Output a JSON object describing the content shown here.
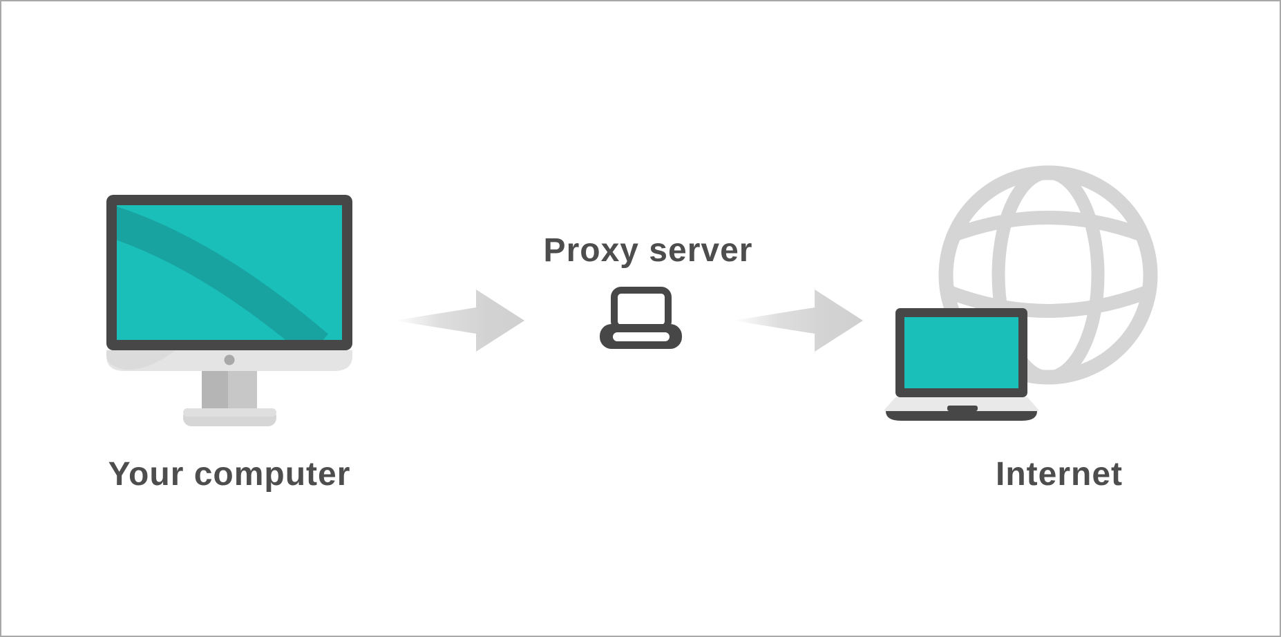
{
  "page": {
    "background_color": "#ffffff",
    "border_color": "#a8a8a8"
  },
  "diagram": {
    "description": "Proxy server concept diagram",
    "nodes": [
      {
        "id": "your-computer",
        "label": "Your computer",
        "icon": "desktop-computer-icon",
        "label_position": "below"
      },
      {
        "id": "proxy-server",
        "label": "Proxy server",
        "icon": "laptop-outline-icon",
        "label_position": "above"
      },
      {
        "id": "internet",
        "label": "Internet",
        "icon": "laptop-globe-icon",
        "label_position": "below"
      }
    ],
    "connections": [
      {
        "from": "your-computer",
        "to": "proxy-server",
        "style": "right-arrow-faded-tail"
      },
      {
        "from": "proxy-server",
        "to": "internet",
        "style": "right-arrow-faded-tail"
      }
    ],
    "colors": {
      "accent_teal": "#1bbfba",
      "accent_teal_dark": "#18a3a1",
      "icon_dark_gray": "#474747",
      "label_text_gray": "#4d4d4d",
      "icon_light_gray": "#d5d5d5",
      "arrow_gray": "#d0d0d0",
      "monitor_chin_gray": "#e4e4e4",
      "stand_gray": "#c7c7c7"
    }
  }
}
